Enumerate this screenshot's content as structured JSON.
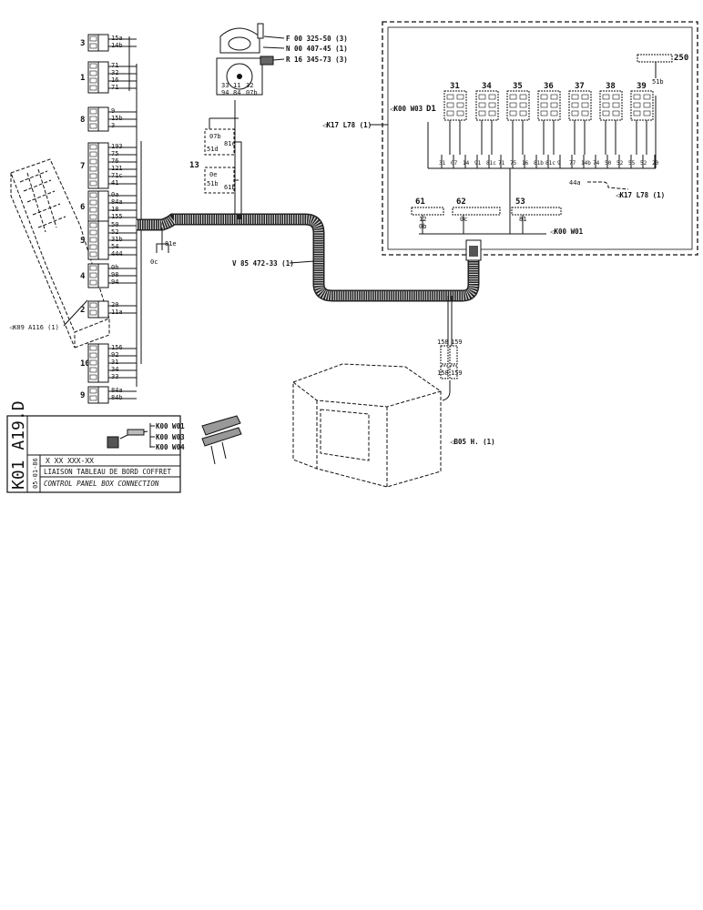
{
  "title_block": {
    "code": "K01 A19.D",
    "date": "05-01-86",
    "number": "X XX XXX-XX",
    "title_fr": "LIAISON TABLEAU DE BORD COFFRET",
    "title_en": "CONTROL PANEL BOX CONNECTION"
  },
  "left_connectors": [
    {
      "num": "3",
      "pins": [
        "15a",
        "14b"
      ]
    },
    {
      "num": "1",
      "pins": [
        "71",
        "32",
        "16",
        "71"
      ]
    },
    {
      "num": "8",
      "pins": [
        "9",
        "15b",
        "3"
      ]
    },
    {
      "num": "7",
      "pins": [
        "193",
        "75",
        "76",
        "121",
        "71c",
        "41"
      ]
    },
    {
      "num": "6",
      "pins": [
        "0a",
        "84a",
        "18",
        "155"
      ]
    },
    {
      "num": "5",
      "pins": [
        "50",
        "52",
        "31b",
        "54",
        "444"
      ]
    },
    {
      "num": "4",
      "pins": [
        "0h",
        "98",
        "94"
      ]
    },
    {
      "num": "2",
      "pins": [
        "20",
        "11a"
      ]
    },
    {
      "num": "10",
      "pins": [
        "156",
        "92",
        "31",
        "34",
        "33"
      ]
    },
    {
      "num": "9",
      "pins": [
        "84a",
        "84b"
      ]
    }
  ],
  "part_refs": [
    {
      "prefix": "F",
      "code": "00 325-50 (3)"
    },
    {
      "prefix": "N",
      "code": "00 407-45 (1)"
    },
    {
      "prefix": "R",
      "code": "16 345-73 (3)"
    }
  ],
  "top_connector_pins": [
    "33",
    "11",
    "32",
    "94",
    "84",
    "07b"
  ],
  "relay_block": {
    "num": "13",
    "pins": [
      "07b",
      "81c",
      "51d",
      "0e",
      "51b",
      "61b"
    ]
  },
  "short_wire_pins": [
    "0c",
    "81e"
  ],
  "harness_ref": "V 85 472-33 (1)",
  "box_refs": {
    "k17_top": "K17 L78 (1)",
    "k00_w03": "K00 W03",
    "d1": "D1",
    "k17_bottom": "K17 L78 (1)",
    "k00_w01": "K00 W01",
    "label_44a": "44a",
    "pin_51b": "51b",
    "conn_250": "250"
  },
  "fuse_numbers": [
    "31",
    "34",
    "35",
    "36",
    "37",
    "38",
    "39"
  ],
  "box_bottom_pins": [
    "31",
    "07",
    "14",
    "91",
    "81c",
    "71",
    "75",
    "16",
    "81b",
    "81c",
    "9",
    "77",
    "14b",
    "74",
    "50",
    "52",
    "55",
    "52",
    "20"
  ],
  "box_lower_connectors": [
    {
      "num": "61",
      "pins": [
        "12",
        "0b"
      ]
    },
    {
      "num": "62",
      "pins": [
        "0c"
      ]
    },
    {
      "num": "53",
      "pins": [
        "81"
      ]
    }
  ],
  "control_box_ref": "B05 H. (1)",
  "control_box_pins": [
    "158",
    "159",
    "158",
    "159"
  ],
  "wire_refs": [
    "K00 W01",
    "K00 W03",
    "K00 W04"
  ],
  "control_panel_ref": "K09 A116 (1)"
}
